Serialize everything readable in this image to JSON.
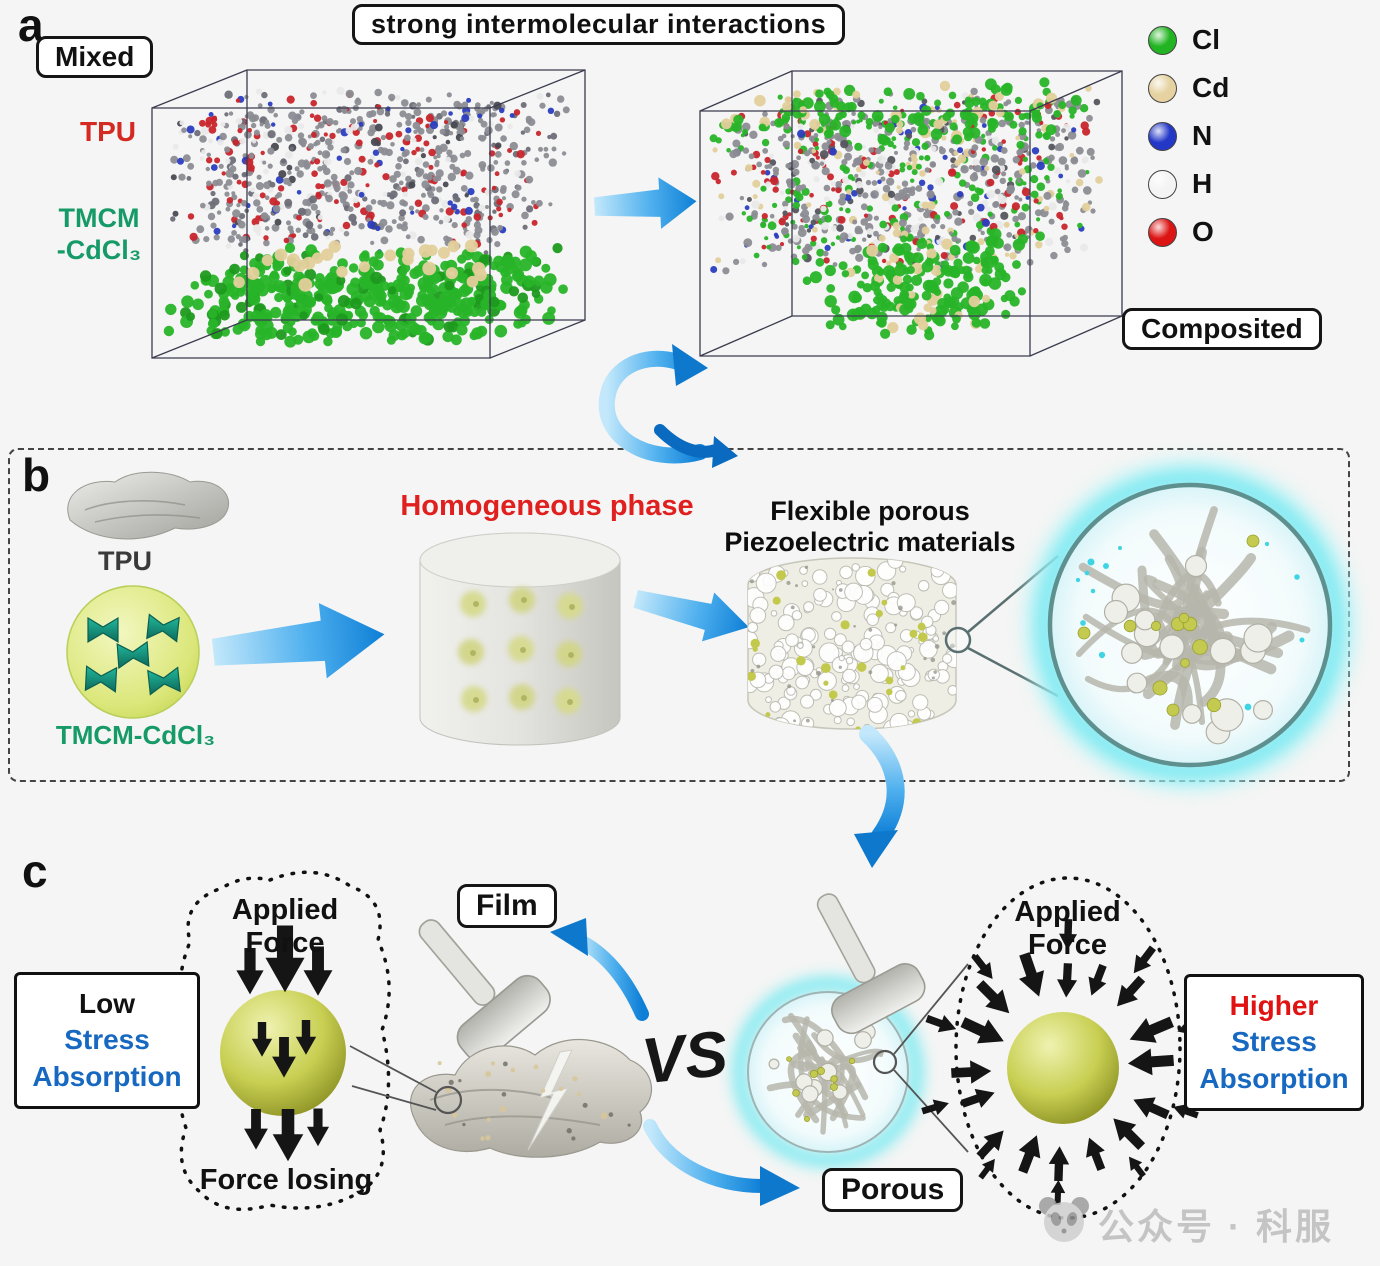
{
  "panel_a": {
    "label": "a",
    "mixed_badge": "Mixed",
    "title": "strong  intermolecular interactions",
    "tpu_label": "TPU",
    "tmcm_line1": "TMCM",
    "tmcm_line2": "-CdCl₃",
    "composited_badge": "Composited",
    "legend_items": [
      {
        "name": "Cl",
        "color": "#22b422"
      },
      {
        "name": "Cd",
        "color": "#e6d2a0"
      },
      {
        "name": "N",
        "color": "#2438c8"
      },
      {
        "name": "H",
        "color": "#f4f4f4"
      },
      {
        "name": "O",
        "color": "#dd1414"
      }
    ]
  },
  "panel_b": {
    "label": "b",
    "tpu_label": "TPU",
    "tmcm_label": "TMCM-CdCl₃",
    "homogeneous_label": "Homogeneous phase",
    "flexible_line1": "Flexible porous",
    "flexible_line2": "Piezoelectric materials"
  },
  "panel_c": {
    "label": "c",
    "film_badge": "Film",
    "porous_badge": "Porous",
    "vs_label": "VS",
    "left": {
      "applied_line1": "Applied",
      "applied_line2": "Force",
      "force_losing": "Force losing",
      "box_line1": "Low",
      "box_line2": "Stress",
      "box_line3": "Absorption"
    },
    "right": {
      "applied_line1": "Applied",
      "applied_line2": "Force",
      "box_line1": "Higher",
      "box_line2": "Stress",
      "box_line3": "Absorption"
    }
  },
  "colors": {
    "tpu_red": "#d42a22",
    "tmcm_green": "#169a67",
    "homogeneous_red": "#e01f1f",
    "stress_blue": "#1668c0",
    "higher_red": "#e01212",
    "arrow_blue": "#1d8fe2",
    "glow_cyan": "#7deaf2"
  },
  "watermark": {
    "text": "公众号 · 科服"
  }
}
